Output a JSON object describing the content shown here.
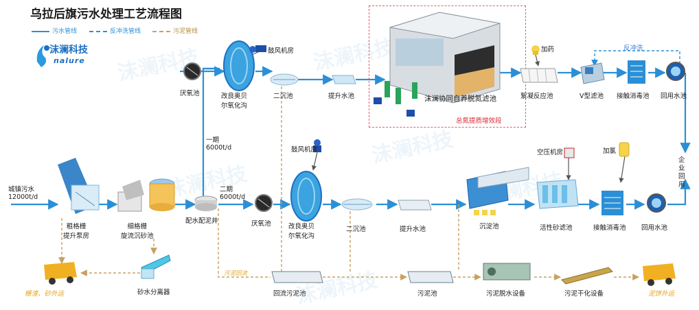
{
  "title": "乌拉后旗污水处理工艺流程图",
  "legend": [
    {
      "label": "污水管线",
      "style": "solid",
      "color": "#2a8fd6"
    },
    {
      "label": "反冲洗管线",
      "style": "dashed",
      "color": "#2a8fd6"
    },
    {
      "label": "污泥管线",
      "style": "dashed",
      "color": "#c8a060"
    }
  ],
  "logo": {
    "brand": "沫澜科技",
    "sub": "nalure"
  },
  "watermark": "沫澜科技",
  "nodes": {
    "inflow": "城镇污水\n12000t/d",
    "coarse_screen": "粗格栅\n提升泵房",
    "fine_screen": "细格栅\n旋流沉砂池",
    "distribution_well": "配水配泥井",
    "anoxic_1": "厌氧池",
    "oxidation_ditch_1": "改良奥贝\n尔氧化沟",
    "blower_1": "鼓风机房",
    "secondary_clarifier_1": "二沉池",
    "lift_pool_1": "提升水池",
    "denitrification_filter": "沫澜协同自养脱氮滤池",
    "efficiency_note": "总氮提质增效段",
    "dosing": "加药",
    "coagulation": "絮凝反应池",
    "backwash": "反冲洗",
    "v_filter": "V型滤池",
    "contact_disinfection_1": "接触消毒池",
    "reuse_pool_1": "回用水池",
    "phase1": "一期\n6000t/d",
    "phase2": "二期\n6000t/d",
    "anoxic_2": "厌氧池",
    "oxidation_ditch_2": "改良奥贝\n尔氧化沟",
    "blower_2": "鼓风机房",
    "secondary_clarifier_2": "二沉池",
    "lift_pool_2": "提升水池",
    "sedimentation": "沉淀池",
    "compressor": "空压机房",
    "sand_filter": "活性砂滤池",
    "chlorine": "加氯",
    "contact_disinfection_2": "接触消毒池",
    "reuse_pool_2": "回用水池",
    "enterprise_reuse": "企\n业\n回\n用",
    "sand_separator": "砂水分离器",
    "grit_truck": "栅渣、砂外运",
    "sludge_return_label": "污泥回流",
    "return_sludge_pool": "回流污泥池",
    "sludge_pool": "污泥池",
    "dewatering": "污泥脱水设备",
    "drying": "污泥干化设备",
    "sludge_truck": "泥饼外运"
  }
}
